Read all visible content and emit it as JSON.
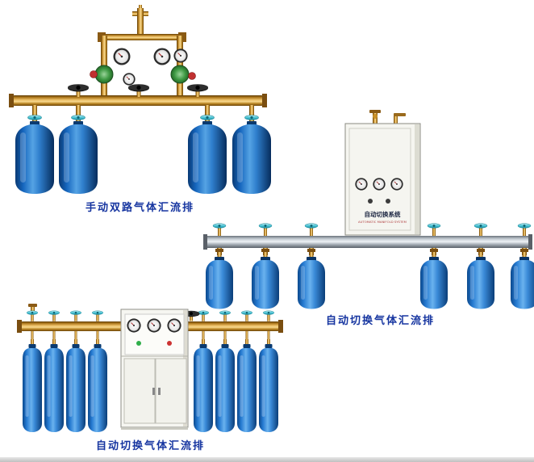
{
  "page": {
    "background_color": "#ffffff",
    "caption_color": "#1635a0"
  },
  "products": [
    {
      "id": "manual-dual-manifold",
      "caption": "手动双路气体汇流排",
      "cylinder_count": 4,
      "gauge_count": 4,
      "colors": {
        "pipe_brass": "#d99a33",
        "cylinder_blue": "#1565bd",
        "valve_teal": "#4cc4d6",
        "regulator_green": "#3f9a44"
      }
    },
    {
      "id": "auto-switch-manifold-cabinet",
      "caption": "自动切换气体汇流排",
      "cylinder_count": 6,
      "cabinet": {
        "title": "自动切换系统",
        "subtitle": "AUTOMATIC MANIFOLD SYSTEM",
        "gauge_count": 3
      },
      "colors": {
        "pipe_silver": "#c3cbd2",
        "cylinder_blue": "#2479d0"
      }
    },
    {
      "id": "auto-switch-manifold",
      "caption": "自动切换气体汇流排",
      "cylinder_count": 8,
      "cabinet": {
        "gauge_count": 3
      },
      "colors": {
        "pipe_brass": "#d99a33",
        "cylinder_blue": "#2479d0"
      }
    }
  ]
}
